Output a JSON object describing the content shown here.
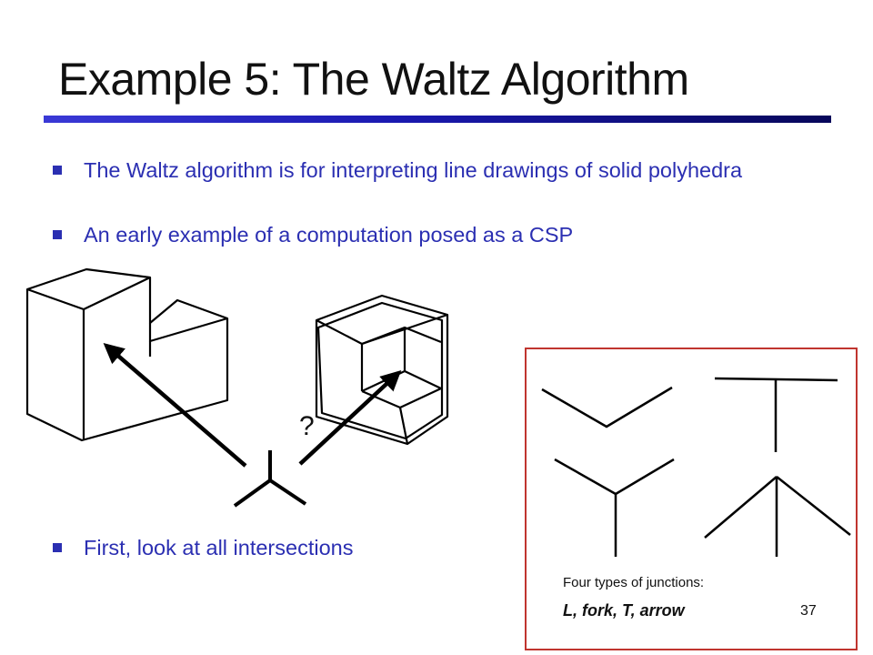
{
  "slide": {
    "title": "Example 5: The Waltz Algorithm",
    "bullets": [
      "The Waltz algorithm is for interpreting line drawings of solid polyhedra",
      "An early example of a computation posed as a CSP",
      "First, look at all intersections"
    ],
    "question_mark": "?",
    "junction_caption": "Four types of junctions:",
    "junction_types": "L, fork, T, arrow",
    "page_number": "37"
  },
  "colors": {
    "bullet_text": "#2b2fb2",
    "title_rule": "#1a19b0",
    "box_border": "#c0352f"
  }
}
